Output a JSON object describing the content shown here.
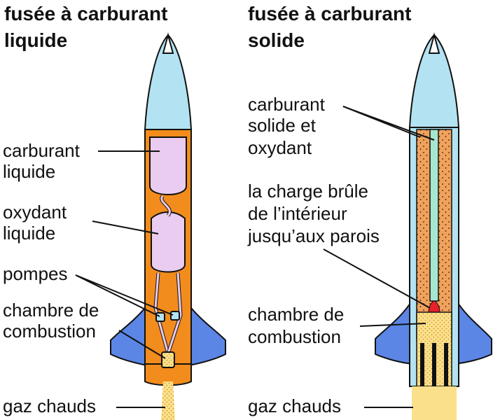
{
  "liquid": {
    "title_line1": "fusée à carburant",
    "title_line2": "liquide",
    "labels": {
      "fuel_line1": "carburant",
      "fuel_line2": "liquide",
      "oxidizer_line1": "oxydant",
      "oxidizer_line2": "liquide",
      "pumps": "pompes",
      "chamber_line1": "chambre de",
      "chamber_line2": "combustion",
      "gas": "gaz chauds"
    }
  },
  "solid": {
    "title_line1": "fusée à carburant",
    "title_line2": "solide",
    "labels": {
      "fuel_line1": "carburant",
      "fuel_line2": "solide et",
      "fuel_line3": "oxydant",
      "burn_line1": "la charge brûle",
      "burn_line2": "de l’intérieur",
      "burn_line3": "jusqu’aux parois",
      "chamber_line1": "chambre de",
      "chamber_line2": "combustion",
      "gas": "gaz chauds"
    }
  },
  "colors": {
    "nose_cone": "#b3e3f2",
    "body_orange": "#f28c1c",
    "tank_lilac": "#e9ccef",
    "fin_blue": "#5b86e6",
    "flame_yellow": "#fbe08c",
    "solid_fuel": "#f0a25c",
    "core_green": "#a7e6cf",
    "burn_red": "#e8202c",
    "outline": "#111111"
  }
}
